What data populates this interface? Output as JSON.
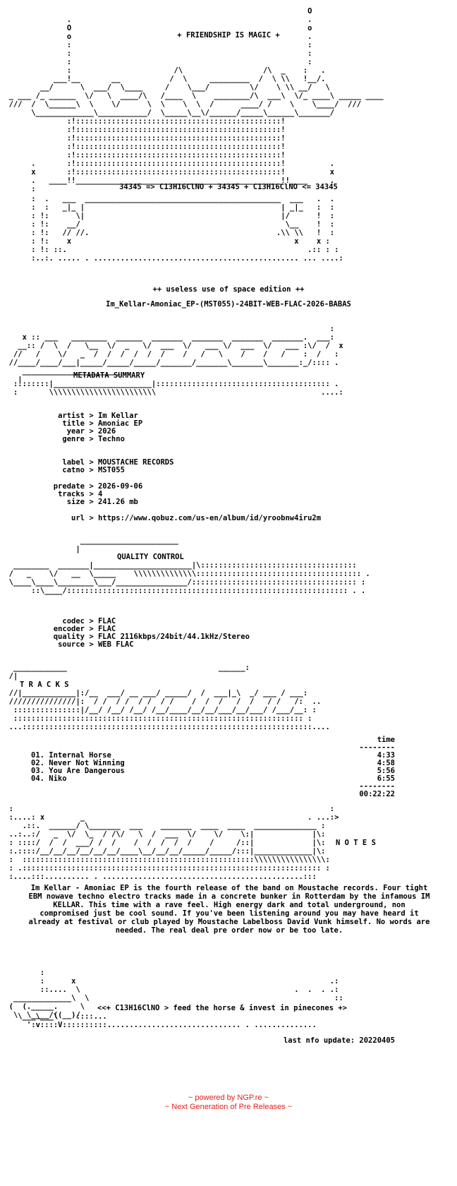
{
  "header": {
    "slogan": "+ FRIENDSHIP IS MAGIC +",
    "formula_line": "34345 => C13H16ClNO + 34345 + C13H16ClNO <= 34345",
    "edition": "++ useless use of space edition ++",
    "release_name": "Im_Kellar-Amoniac_EP-(MST055)-24BIT-WEB-FLAC-2026-BABAS"
  },
  "sections": {
    "metadata_title": "METADATA SUMMARY",
    "quality_title": "QUALITY CONTROL",
    "tracks_title": "T R A C K S",
    "notes_title": "N O T E S"
  },
  "metadata": {
    "rows": [
      {
        "key": "artist",
        "value": "Im Kellar"
      },
      {
        "key": "title",
        "value": "Amoniac EP"
      },
      {
        "key": "year",
        "value": "2026"
      },
      {
        "key": "genre",
        "value": "Techno"
      },
      {
        "key": "label",
        "value": "MOUSTACHE RECORDS"
      },
      {
        "key": "catno",
        "value": "MST055"
      },
      {
        "key": "predate",
        "value": "2026-09-06"
      },
      {
        "key": "tracks",
        "value": "4"
      },
      {
        "key": "size",
        "value": "241.26 mb"
      },
      {
        "key": "url",
        "value": "https://www.qobuz.com/us-en/album/id/yroobnw4iru2m"
      }
    ]
  },
  "quality": {
    "rows": [
      {
        "key": "codec",
        "value": "FLAC"
      },
      {
        "key": "encoder",
        "value": "FLAC"
      },
      {
        "key": "quality",
        "value": "FLAC 2116kbps/24bit/44.1kHz/Stereo"
      },
      {
        "key": "source",
        "value": "WEB FLAC"
      }
    ]
  },
  "tracks": {
    "time_header": "time",
    "separator": "--------",
    "list": [
      {
        "title": "01. Internal Horse",
        "time": "4:33"
      },
      {
        "title": "02. Never Not Winning",
        "time": "4:58"
      },
      {
        "title": "03. You Are Dangerous",
        "time": "5:56"
      },
      {
        "title": "04. Niko",
        "time": "6:55"
      }
    ],
    "total": "00:22:22"
  },
  "notes": {
    "text": "Im Kellar - Amoniac EP is the fourth release of the band on Moustache records. Four tight EBM nowave techno electro tracks made in a concrete bunker in Rotterdam by the infamous IM KELLAR. This time with a rave feel. High energy dark and total underground, non compromised just be cool sound. If you've been listening around you may have heard it already at festival or club played by Moustache Labelboss David Vunk himself. No words are needed. The real deal pre order now or be too late."
  },
  "outro": {
    "tagline": "<<+ C13H16ClNO > feed the horse & invest in pinecones +>",
    "last_update": "last nfo update: 20220405"
  },
  "footer": {
    "line1": "~ powered by NGP.re ~",
    "line2": "~ Next Generation of Pre Releases ~"
  }
}
